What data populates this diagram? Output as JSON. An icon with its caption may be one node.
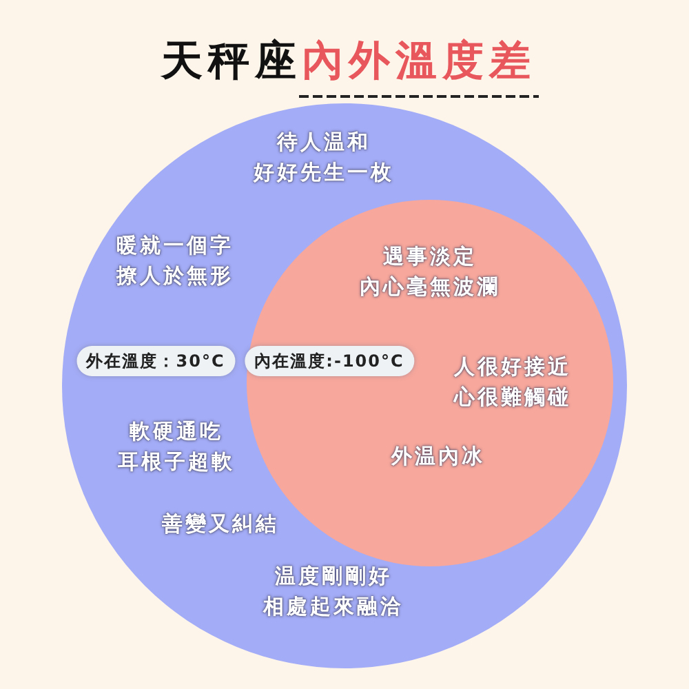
{
  "diagram": {
    "title": "天秤座內外溫度差",
    "nodes": [
      {
        "text": [
          "待人温和好好先生一枚",
          "暖就一個字撩人於無形",
          "軟硬通吃耳根子超軟",
          "善變又糾結",
          "温度剛剛好相處起來融洽"
        ]
      },
      {
        "text": [
          "外在溫度：30°C"
        ],
        "in": 0
      },
      {
        "text": [
          "遇事淡定內心毫無波瀾",
          "人很好接近心很難觸碰",
          "外温內冰"
        ],
        "in": 0
      },
      {
        "text": [
          "內在溫度:-100°C"
        ],
        "in": 2
      }
    ]
  }
}
